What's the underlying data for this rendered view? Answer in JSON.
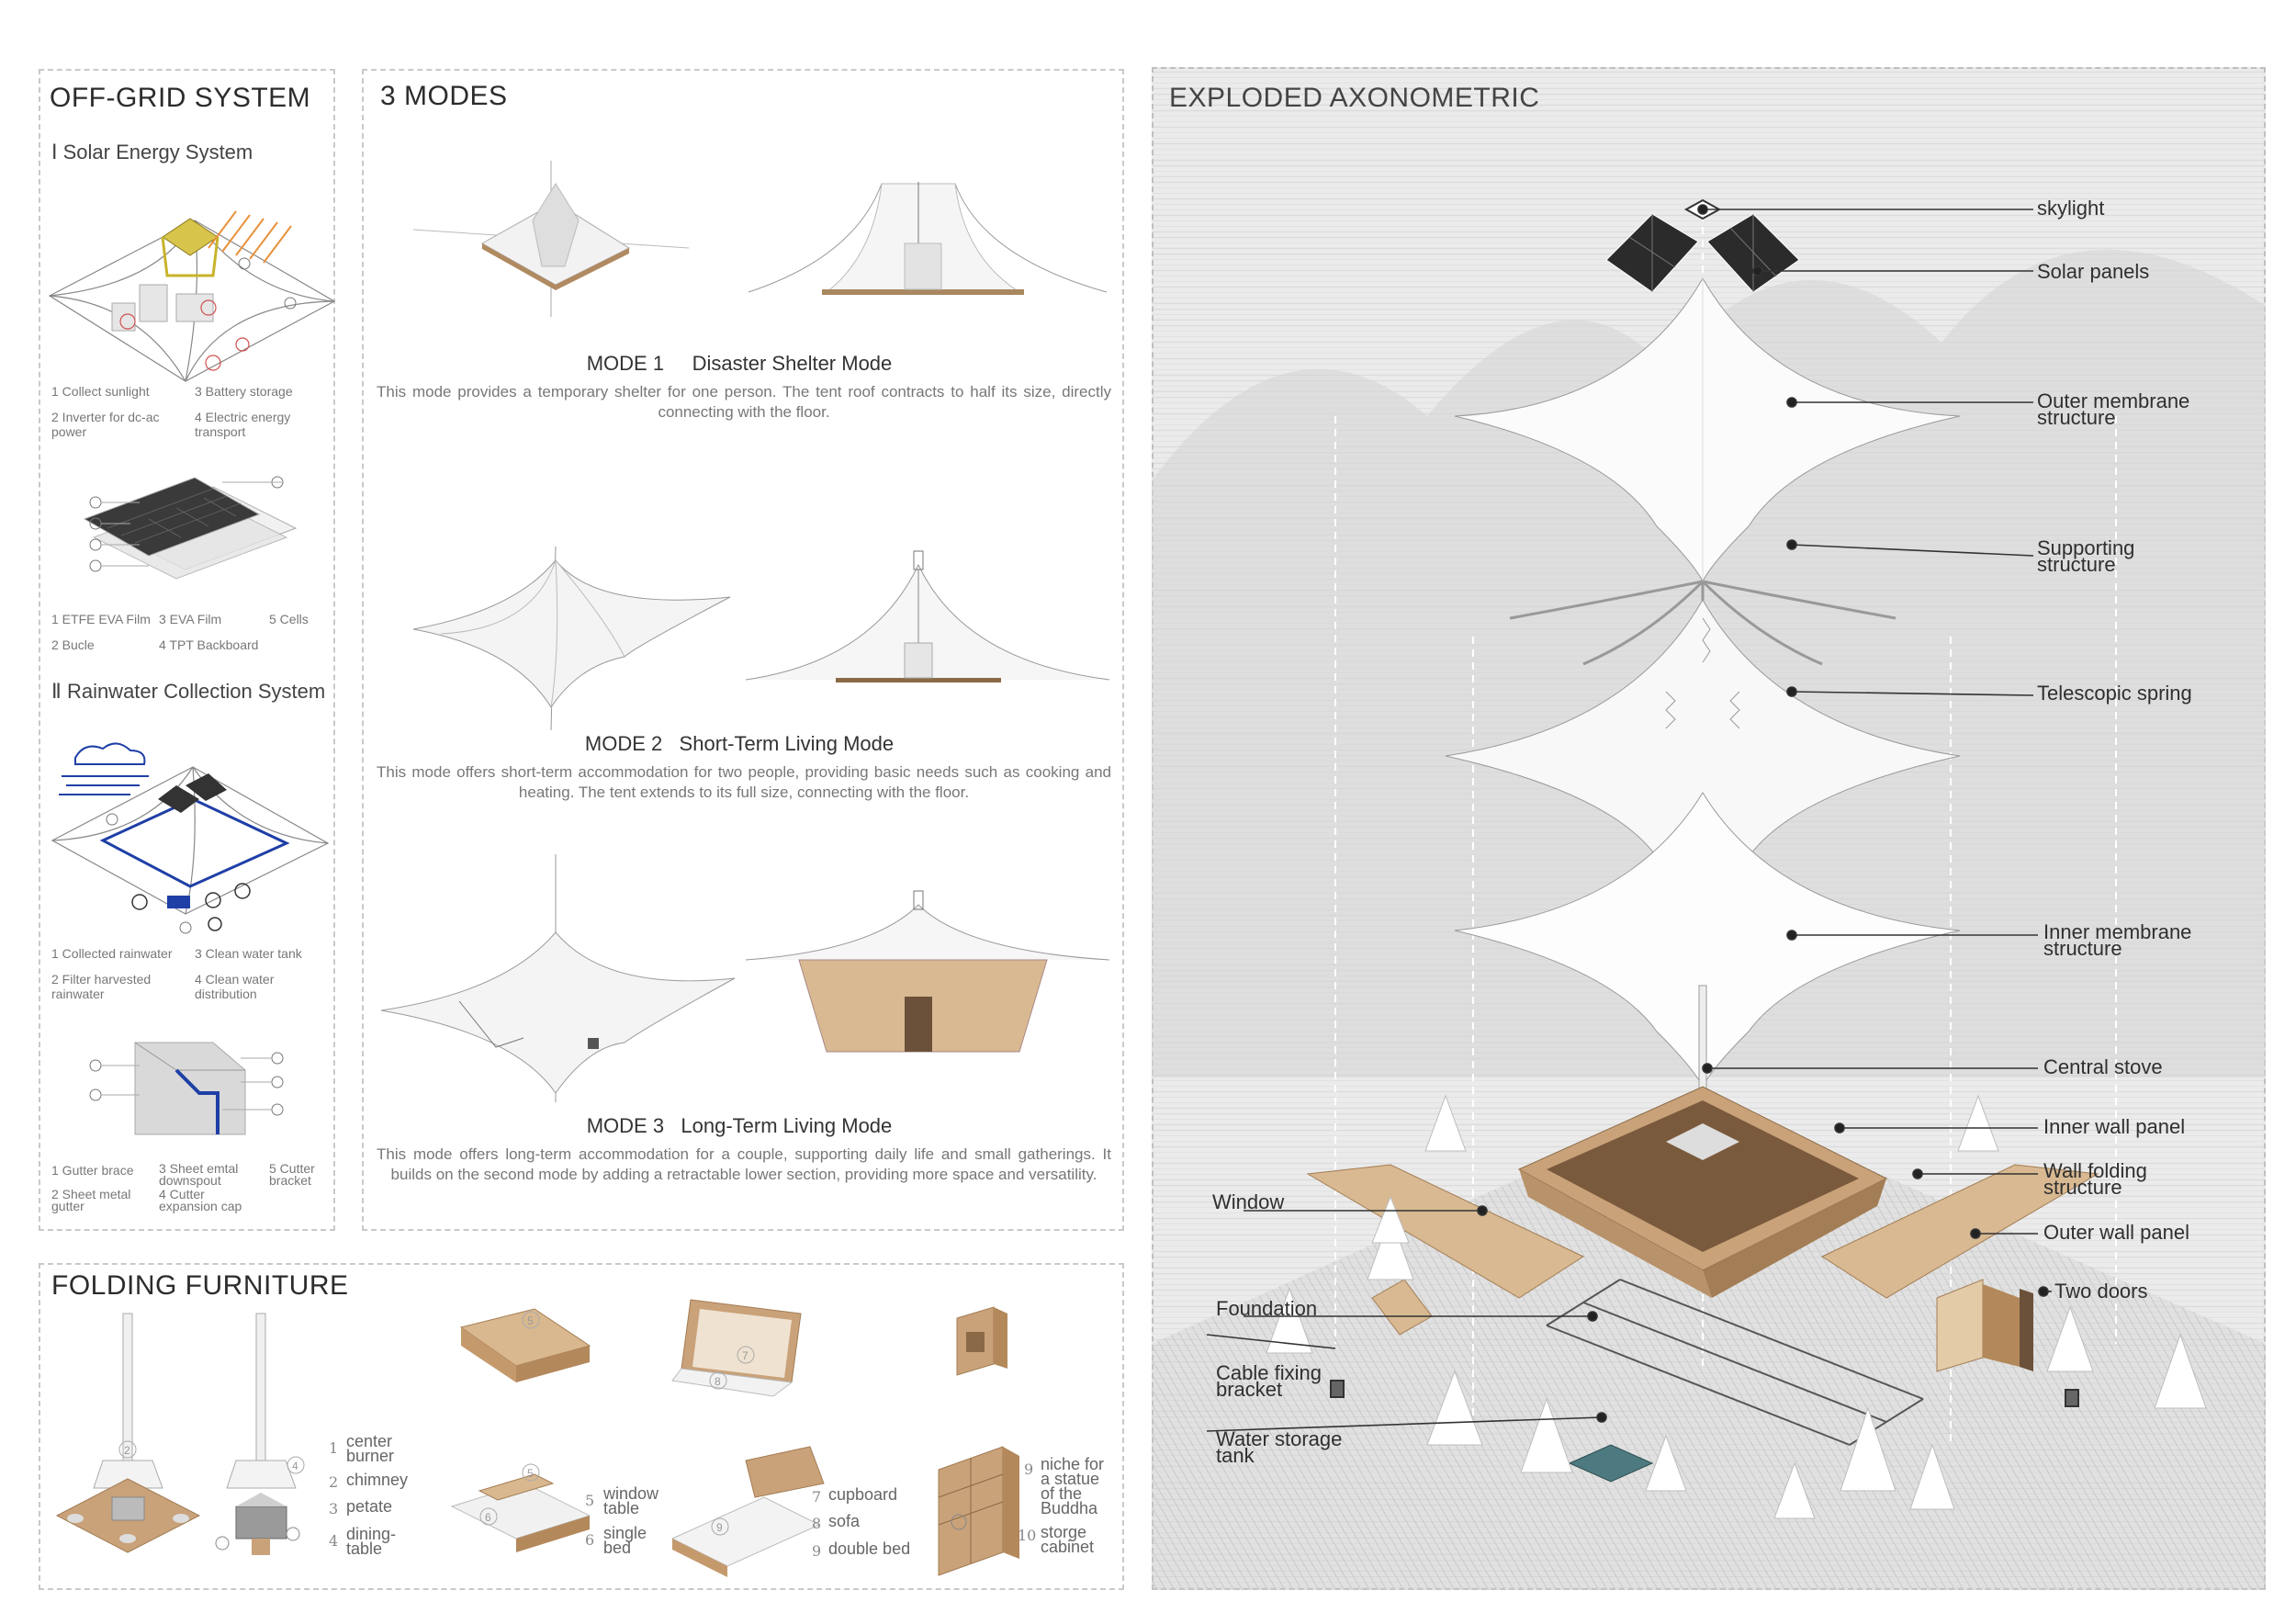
{
  "offgrid": {
    "title": "OFF-GRID SYSTEM",
    "solar": {
      "title": "Ⅰ Solar Energy System",
      "captions": [
        "1 Collect sunlight",
        "3 Battery storage",
        "2 Inverter for dc-ac power",
        "4 Electric energy transport"
      ],
      "layers": [
        "1 ETFE EVA Film",
        "3 EVA Film",
        "5 Cells",
        "2 Bucle",
        "4 TPT Backboard"
      ]
    },
    "rain": {
      "title": "Ⅱ Rainwater Collection System",
      "captions": [
        "1 Collected rainwater",
        "3 Clean water tank",
        "2 Filter harvested rainwater",
        "4 Clean water distribution"
      ],
      "gutter": [
        "1 Gutter brace",
        "3 Sheet emtal downspout",
        "5 Cutter bracket",
        "2 Sheet metal gutter",
        "4 Cutter expansion cap"
      ]
    }
  },
  "modes": {
    "title": "3 MODES",
    "items": [
      {
        "title": "MODE 1     Disaster Shelter Mode",
        "desc": "This mode provides a temporary shelter for one person. The tent roof contracts to half its size, directly connecting with the floor."
      },
      {
        "title": "MODE 2   Short-Term Living Mode",
        "desc": "This mode offers short-term accommodation for two people, providing basic needs such as cooking and heating. The tent extends to its full size, connecting with the floor."
      },
      {
        "title": "MODE 3   Long-Term Living Mode",
        "desc": "This mode offers long-term accommodation for a couple, supporting daily life and small gatherings. It builds on the second mode by adding a retractable lower section, providing more space and versatility."
      }
    ]
  },
  "furniture": {
    "title": "FOLDING FURNITURE",
    "items": [
      {
        "n": "1",
        "label": "center burner"
      },
      {
        "n": "2",
        "label": "chimney"
      },
      {
        "n": "3",
        "label": "petate"
      },
      {
        "n": "4",
        "label": "dining-table"
      },
      {
        "n": "5",
        "label": "window table"
      },
      {
        "n": "6",
        "label": "single bed"
      },
      {
        "n": "7",
        "label": "cupboard"
      },
      {
        "n": "8",
        "label": "sofa"
      },
      {
        "n": "9",
        "label": "double bed"
      },
      {
        "n": "9",
        "label": "niche for a statue of the Buddha"
      },
      {
        "n": "10",
        "label": "storge cabinet"
      }
    ],
    "marker_nums": [
      "2",
      "4",
      "5",
      "5",
      "6",
      "7",
      "8",
      "9",
      "9"
    ]
  },
  "axon": {
    "title": "EXPLODED AXONOMETRIC",
    "right_labels": [
      "skylight",
      "Solar panels",
      "Outer membrane structure",
      "Supporting structure",
      "Telescopic spring",
      "Inner membrane structure",
      "Central stove",
      "Inner wall panel",
      "Wall folding structure",
      "Outer wall panel",
      "Two doors"
    ],
    "left_labels": [
      "Window",
      "Foundation",
      "Cable fixing bracket",
      "Water storage tank"
    ]
  },
  "colors": {
    "accent_blue": "#1f3fa6",
    "solar_yellow": "#c9b32a",
    "sun_orange": "#e8913a",
    "wood": "#c9a27a",
    "dark_panel": "#2b2b2b",
    "tank_teal": "#4c7a80"
  }
}
